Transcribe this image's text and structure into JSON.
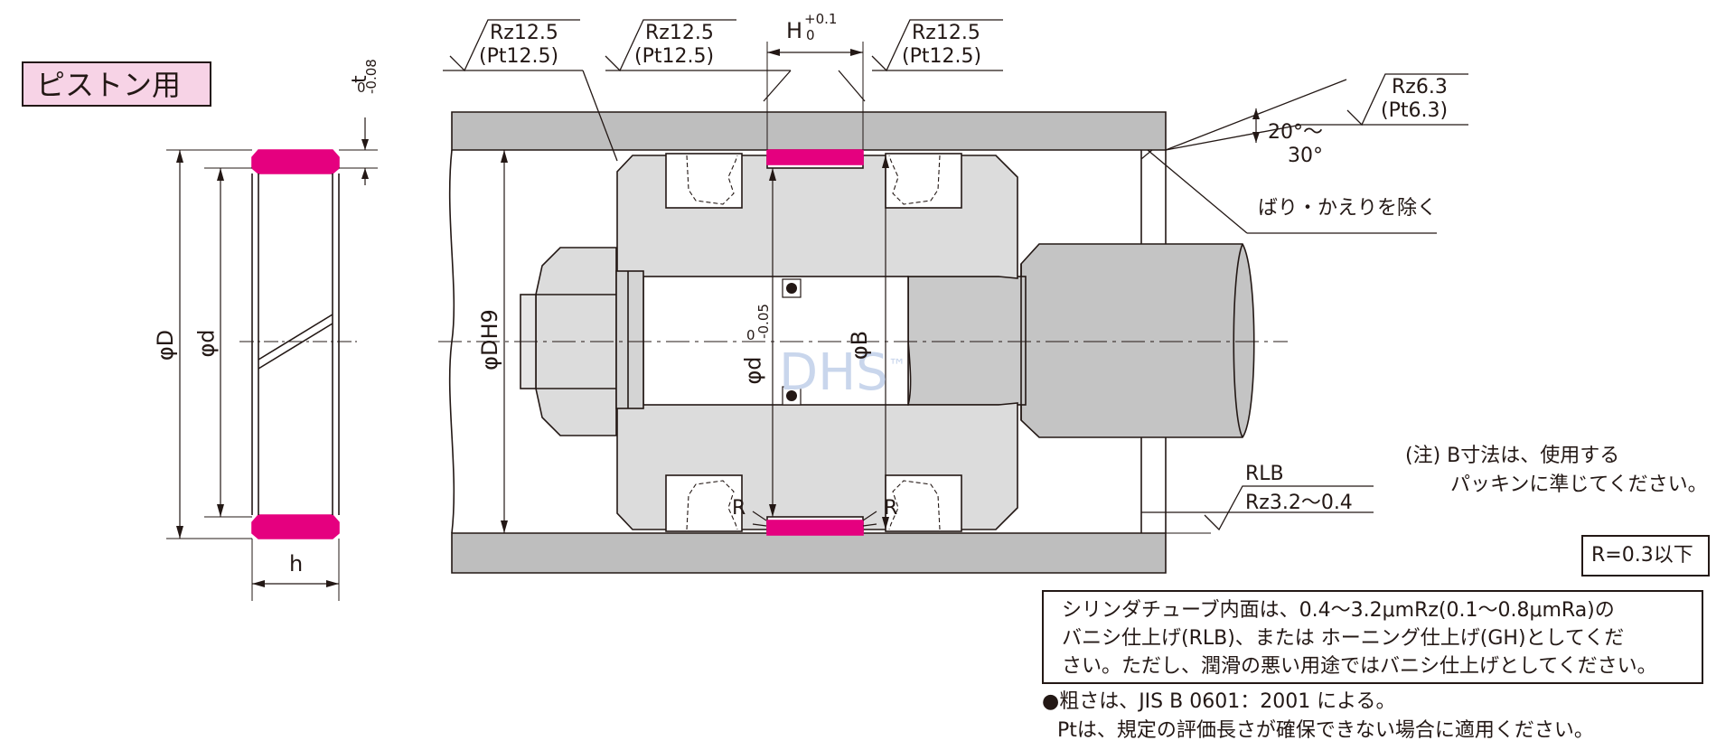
{
  "title": "ピストン用",
  "watermark": {
    "text": "DHS",
    "mark": "™"
  },
  "dimensions": {
    "t_label": "t",
    "t_tol_upper": "0",
    "t_tol_lower": "-0.08",
    "phi_D": "φD",
    "phi_d_ring": "φd",
    "h": "h",
    "phi_DH9": "φDH9",
    "phi_d_groove": "φd",
    "phi_d_groove_tol_upper": "0",
    "phi_d_groove_tol_lower": "-0.05",
    "phi_B": "φB",
    "H": "H",
    "H_tol_upper": "+0.1",
    "H_tol_lower": "0",
    "R_left": "R",
    "R_right": "R"
  },
  "roughness": {
    "left_rz": "Rz12.5",
    "left_pt": "(Pt12.5)",
    "mid_rz": "Rz12.5",
    "mid_pt": "(Pt12.5)",
    "right_rz": "Rz12.5",
    "right_pt": "(Pt12.5)",
    "chamfer_rz": "Rz6.3",
    "chamfer_pt": "(Pt6.3)",
    "bore_name": "RLB",
    "bore_range": "Rz3.2～0.4"
  },
  "chamfer_angle": {
    "line1": "20°～",
    "line2": "30°"
  },
  "deburr": "ばり・かえりを除く",
  "note_b": {
    "line1": "(注) B寸法は、使用する",
    "line2": "パッキンに準じてください。"
  },
  "r_spec": "R=0.3以下",
  "cylinder_note": {
    "line1": "シリンダチューブ内面は、0.4～3.2μmRz(0.1～0.8μmRa)の",
    "line2": "バニシ仕上げ(RLB)、または ホーニング仕上げ(GH)としてくだ",
    "line3": "さい。ただし、潤滑の悪い用途ではバニシ仕上げとしてください。"
  },
  "footnote": {
    "line1": "●粗さは、JIS B 0601：2001 による。",
    "line2": "Ptは、規定の評価長さが確保できない場合に適用ください。"
  },
  "colors": {
    "ring": "#e5007f",
    "ring_tint": "#f5a6cf",
    "part_fill": "#dcdcdc",
    "tube_fill": "#bebebe",
    "title_bg": "#f7d3e6"
  }
}
